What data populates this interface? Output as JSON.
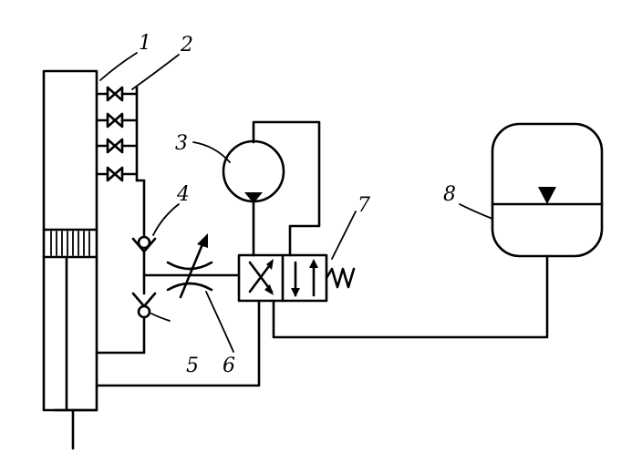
{
  "diagram": {
    "labels": [
      {
        "id": "1",
        "text": "1"
      },
      {
        "id": "2",
        "text": "2"
      },
      {
        "id": "3",
        "text": "3"
      },
      {
        "id": "4",
        "text": "4"
      },
      {
        "id": "5",
        "text": "5"
      },
      {
        "id": "6",
        "text": "6"
      },
      {
        "id": "7",
        "text": "7"
      },
      {
        "id": "8",
        "text": "8"
      }
    ],
    "colors": {
      "ink": "#000000",
      "paper": "#ffffff"
    }
  }
}
